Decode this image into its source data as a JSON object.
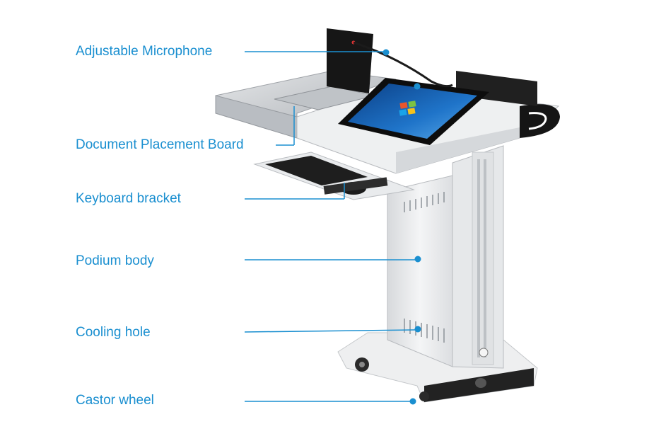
{
  "colors": {
    "accent": "#1a8fd0",
    "metal": "#c9ccd0",
    "body_white": "#f2f3f4",
    "screen_blue": "#1b5fb0"
  },
  "callouts": [
    {
      "id": "microphone",
      "label": "Adjustable Microphone"
    },
    {
      "id": "document-board",
      "label": "Document Placement Board"
    },
    {
      "id": "keyboard-bracket",
      "label": "Keyboard bracket"
    },
    {
      "id": "podium-body",
      "label": "Podium body"
    },
    {
      "id": "cooling-hole",
      "label": "Cooling hole"
    },
    {
      "id": "castor-wheel",
      "label": "Castor wheel"
    }
  ]
}
